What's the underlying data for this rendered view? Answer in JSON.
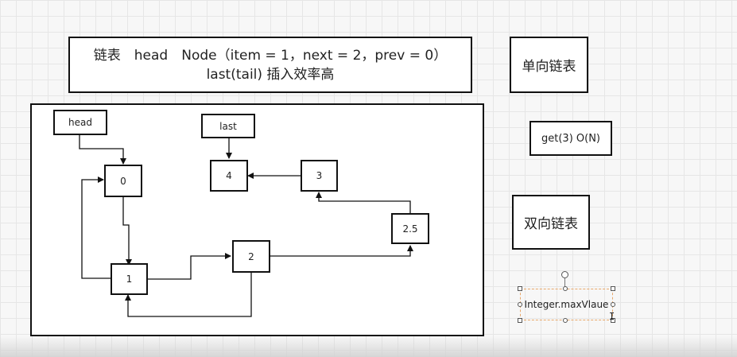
{
  "title_box": {
    "line1": "链表　head　Node（item = 1，next = 2，prev = 0）",
    "line2": "last(tail)  插入效率高"
  },
  "labels": {
    "single_linked": "单向链表",
    "get_complexity": "get(3)  O(N)",
    "double_linked": "双向链表",
    "selected_text": "Integer.maxVlaue"
  },
  "diagram": {
    "head": "head",
    "last": "last",
    "nodes": {
      "n0": "0",
      "n1": "1",
      "n2": "2",
      "n2_5": "2.5",
      "n3": "3",
      "n4": "4"
    }
  },
  "colors": {
    "stroke": "#111111",
    "grid": "#e6e6e6",
    "selection": "#e8a86a"
  }
}
